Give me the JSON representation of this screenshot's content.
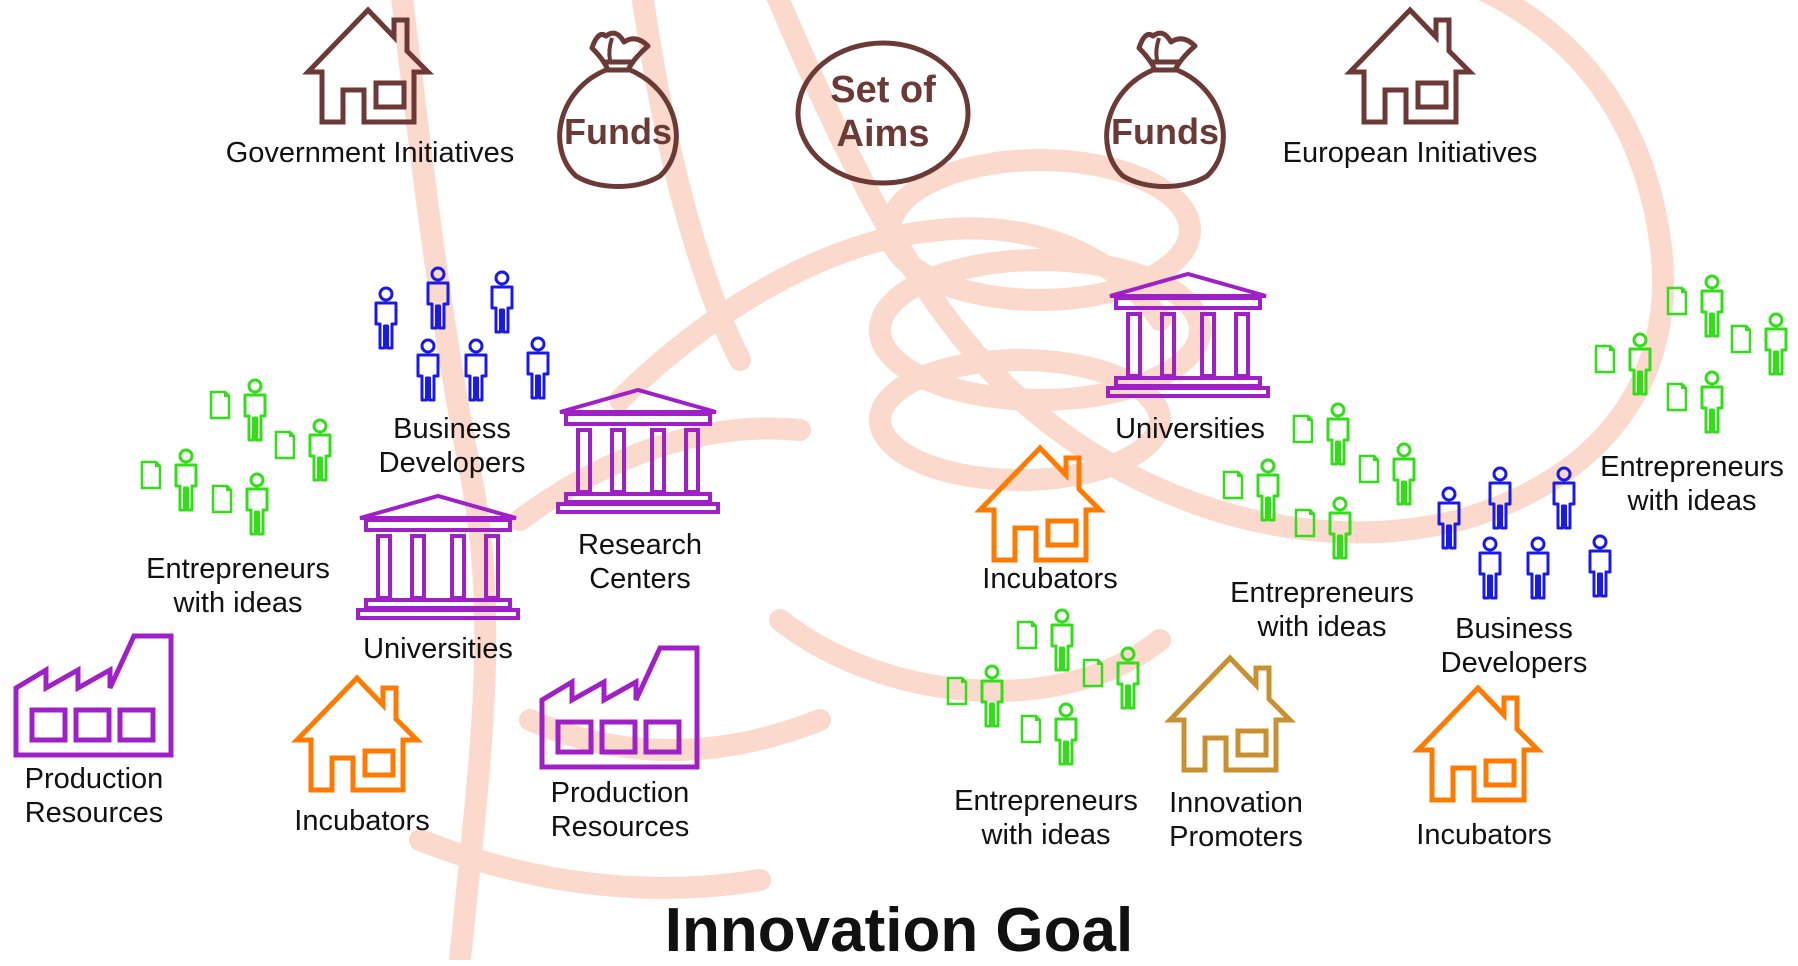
{
  "title": "Innovation Goal",
  "top": {
    "gov": "Government Initiatives",
    "funds_left": "Funds",
    "aims_line1": "Set of",
    "aims_line2": "Aims",
    "funds_right": "Funds",
    "eu": "European Initiatives"
  },
  "labels": {
    "bd_left": "Business Developers",
    "ent_left": "Entrepreneurs with ideas",
    "univ_left": "Universities",
    "research": "Research Centers",
    "prod_left": "Production Resources",
    "inc_left": "Incubators",
    "prod_mid": "Production Resources",
    "univ_right": "Universities",
    "inc_right1": "Incubators",
    "ent_right1": "Entrepreneurs with ideas",
    "bd_right": "Business Developers",
    "ent_right2": "Entrepreneurs with ideas",
    "ent_right3": "Entrepreneurs with ideas",
    "innov": "Innovation Promoters",
    "inc_right2": "Incubators"
  },
  "colors": {
    "brown": "#6b3a36",
    "purple": "#a020c8",
    "orange": "#ff7a00",
    "blue": "#1a1ae6",
    "green": "#33dd1a",
    "gold": "#c89030",
    "watermark": "#fbd9cc"
  },
  "icons": {
    "government": "house-icon",
    "funds": "money-bag-icon",
    "aims": "ellipse-icon",
    "business_developer": "person-icon",
    "entrepreneur": "person-with-document-icon",
    "university": "columned-building-icon",
    "production": "factory-icon",
    "incubator": "house-icon",
    "background": "handshake-watermark"
  }
}
